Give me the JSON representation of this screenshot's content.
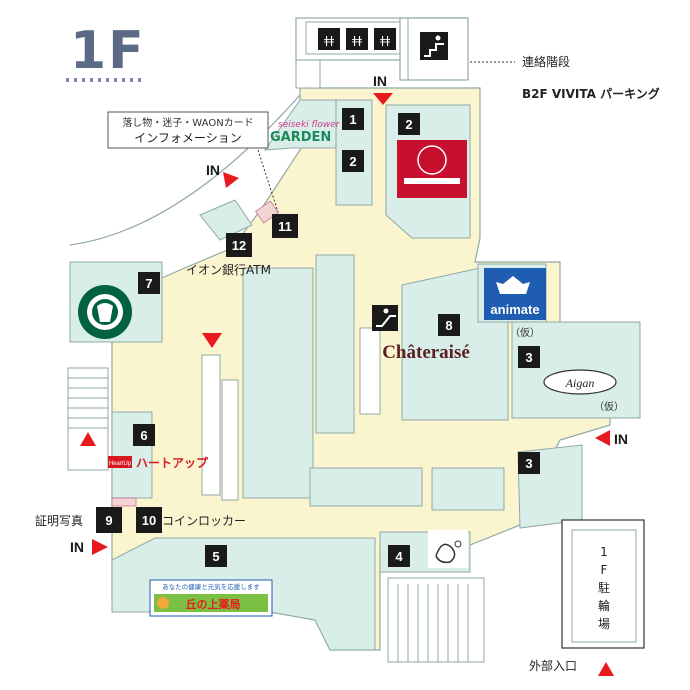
{
  "floor_label": "1F",
  "colors": {
    "corridor": "#fbf5cf",
    "store": "#d9eee8",
    "outline": "#8fa9a6",
    "arrow_red": "#e8191f",
    "number_box": "#1a1a1a",
    "animate_blue": "#1e5db0",
    "heartup_red": "#d7181f",
    "chateraise_brown": "#5a1f22"
  },
  "entrances": {
    "top": "IN",
    "left_upper": "IN",
    "right": "IN",
    "left_lower": "IN"
  },
  "stairs_label": "連絡階段",
  "parking_label": "B2F VIVITA パーキング",
  "info_sub": "落し物・迷子・WAONカード",
  "info_main": "インフォメーション",
  "atm_label": "イオン銀行ATM",
  "photo_label": "証明写真",
  "locker_label": "コインロッカー",
  "bicycle_parking": [
    "1",
    "F",
    "駐",
    "輪",
    "場"
  ],
  "external_entrance": "外部入口",
  "tentative_1": "（仮）",
  "tentative_2": "（仮）",
  "stores": [
    {
      "num": "1"
    },
    {
      "num": "2"
    },
    {
      "num": "2"
    },
    {
      "num": "3"
    },
    {
      "num": "3"
    },
    {
      "num": "4"
    },
    {
      "num": "5"
    },
    {
      "num": "6"
    },
    {
      "num": "7"
    },
    {
      "num": "8"
    },
    {
      "num": "9"
    },
    {
      "num": "10"
    },
    {
      "num": "11"
    },
    {
      "num": "12"
    }
  ],
  "brands": {
    "garden_small": "seiseki flower",
    "garden": "GARDEN",
    "animate": "animate",
    "chateraise": "Châteraisé",
    "aigan": "Aigan",
    "heartup_badge": "HeartUp",
    "heartup": "ハートアップ",
    "banner_top": "あなたの健康と元気を応援します",
    "banner_main": "丘の上薬局"
  }
}
